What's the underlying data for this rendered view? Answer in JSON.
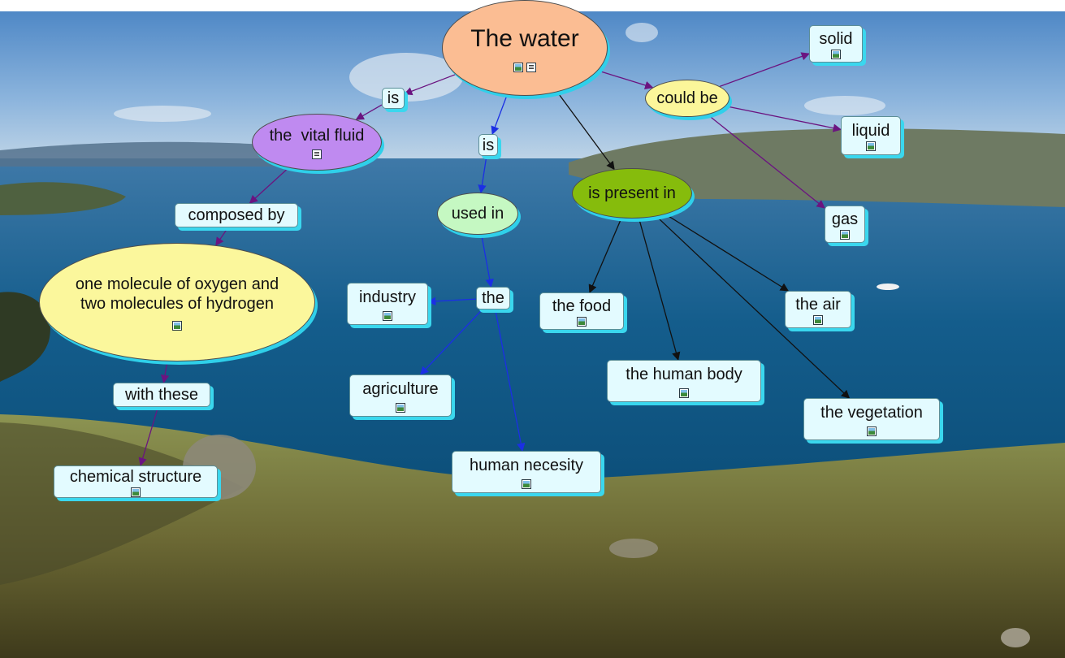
{
  "colors": {
    "box_fill": "#e3fbff",
    "box_shadow": "#3ad7ee",
    "water_fill": "#fbbd93",
    "vital_fluid_fill": "#bf8af0",
    "used_in_fill": "#c5f8c2",
    "present_fill": "#86bc0c",
    "could_be_fill": "#fbf69a",
    "molecule_fill": "#fbf79c",
    "link_purple": "#6b1480",
    "link_blue": "#1b2fe4",
    "link_black": "#111111"
  },
  "nodes": {
    "water": {
      "label": "The water",
      "icons": [
        "image-icon",
        "document-icon"
      ]
    },
    "is_left": {
      "label": "is"
    },
    "is_mid": {
      "label": "is"
    },
    "vital_fluid": {
      "label": "the  vital fluid",
      "icons": [
        "document-icon"
      ]
    },
    "composed_by": {
      "label": "composed by"
    },
    "molecule": {
      "label_line1": "one molecule of oxygen and",
      "label_line2": "two molecules of hydrogen",
      "icons": [
        "image-icon"
      ]
    },
    "with_these": {
      "label": "with these"
    },
    "chemical_structure": {
      "label": "chemical structure",
      "icons": [
        "image-icon"
      ]
    },
    "used_in": {
      "label": "used in"
    },
    "the": {
      "label": "the"
    },
    "industry": {
      "label": "industry",
      "icons": [
        "image-icon"
      ]
    },
    "agriculture": {
      "label": "agriculture",
      "icons": [
        "image-icon"
      ]
    },
    "human_necesity": {
      "label": "human necesity",
      "icons": [
        "image-icon"
      ]
    },
    "present_in": {
      "label": "is present in"
    },
    "food": {
      "label": "the food",
      "icons": [
        "image-icon"
      ]
    },
    "human_body": {
      "label": "the human body",
      "icons": [
        "image-icon"
      ]
    },
    "air": {
      "label": "the air",
      "icons": [
        "image-icon"
      ]
    },
    "vegetation": {
      "label": "the vegetation",
      "icons": [
        "image-icon"
      ]
    },
    "could_be": {
      "label": "could be"
    },
    "solid": {
      "label": "solid",
      "icons": [
        "image-icon"
      ]
    },
    "liquid": {
      "label": "liquid",
      "icons": [
        "image-icon"
      ]
    },
    "gas": {
      "label": "gas",
      "icons": [
        "image-icon"
      ]
    }
  },
  "links": [
    {
      "from": "water",
      "to": "is_left",
      "color": "purple"
    },
    {
      "from": "is_left",
      "to": "vital_fluid",
      "color": "purple"
    },
    {
      "from": "vital_fluid",
      "to": "composed_by",
      "color": "purple"
    },
    {
      "from": "composed_by",
      "to": "molecule",
      "color": "purple"
    },
    {
      "from": "molecule",
      "to": "with_these",
      "color": "purple"
    },
    {
      "from": "with_these",
      "to": "chemical_structure",
      "color": "purple"
    },
    {
      "from": "water",
      "to": "is_mid",
      "color": "blue"
    },
    {
      "from": "is_mid",
      "to": "used_in",
      "color": "blue"
    },
    {
      "from": "used_in",
      "to": "the",
      "color": "blue"
    },
    {
      "from": "the",
      "to": "industry",
      "color": "blue"
    },
    {
      "from": "the",
      "to": "agriculture",
      "color": "blue"
    },
    {
      "from": "the",
      "to": "human_necesity",
      "color": "blue"
    },
    {
      "from": "water",
      "to": "present_in",
      "color": "black"
    },
    {
      "from": "present_in",
      "to": "food",
      "color": "black"
    },
    {
      "from": "present_in",
      "to": "human_body",
      "color": "black"
    },
    {
      "from": "present_in",
      "to": "air",
      "color": "black"
    },
    {
      "from": "present_in",
      "to": "vegetation",
      "color": "black"
    },
    {
      "from": "water",
      "to": "could_be",
      "color": "purple"
    },
    {
      "from": "could_be",
      "to": "solid",
      "color": "purple"
    },
    {
      "from": "could_be",
      "to": "liquid",
      "color": "purple"
    },
    {
      "from": "could_be",
      "to": "gas",
      "color": "purple"
    }
  ]
}
